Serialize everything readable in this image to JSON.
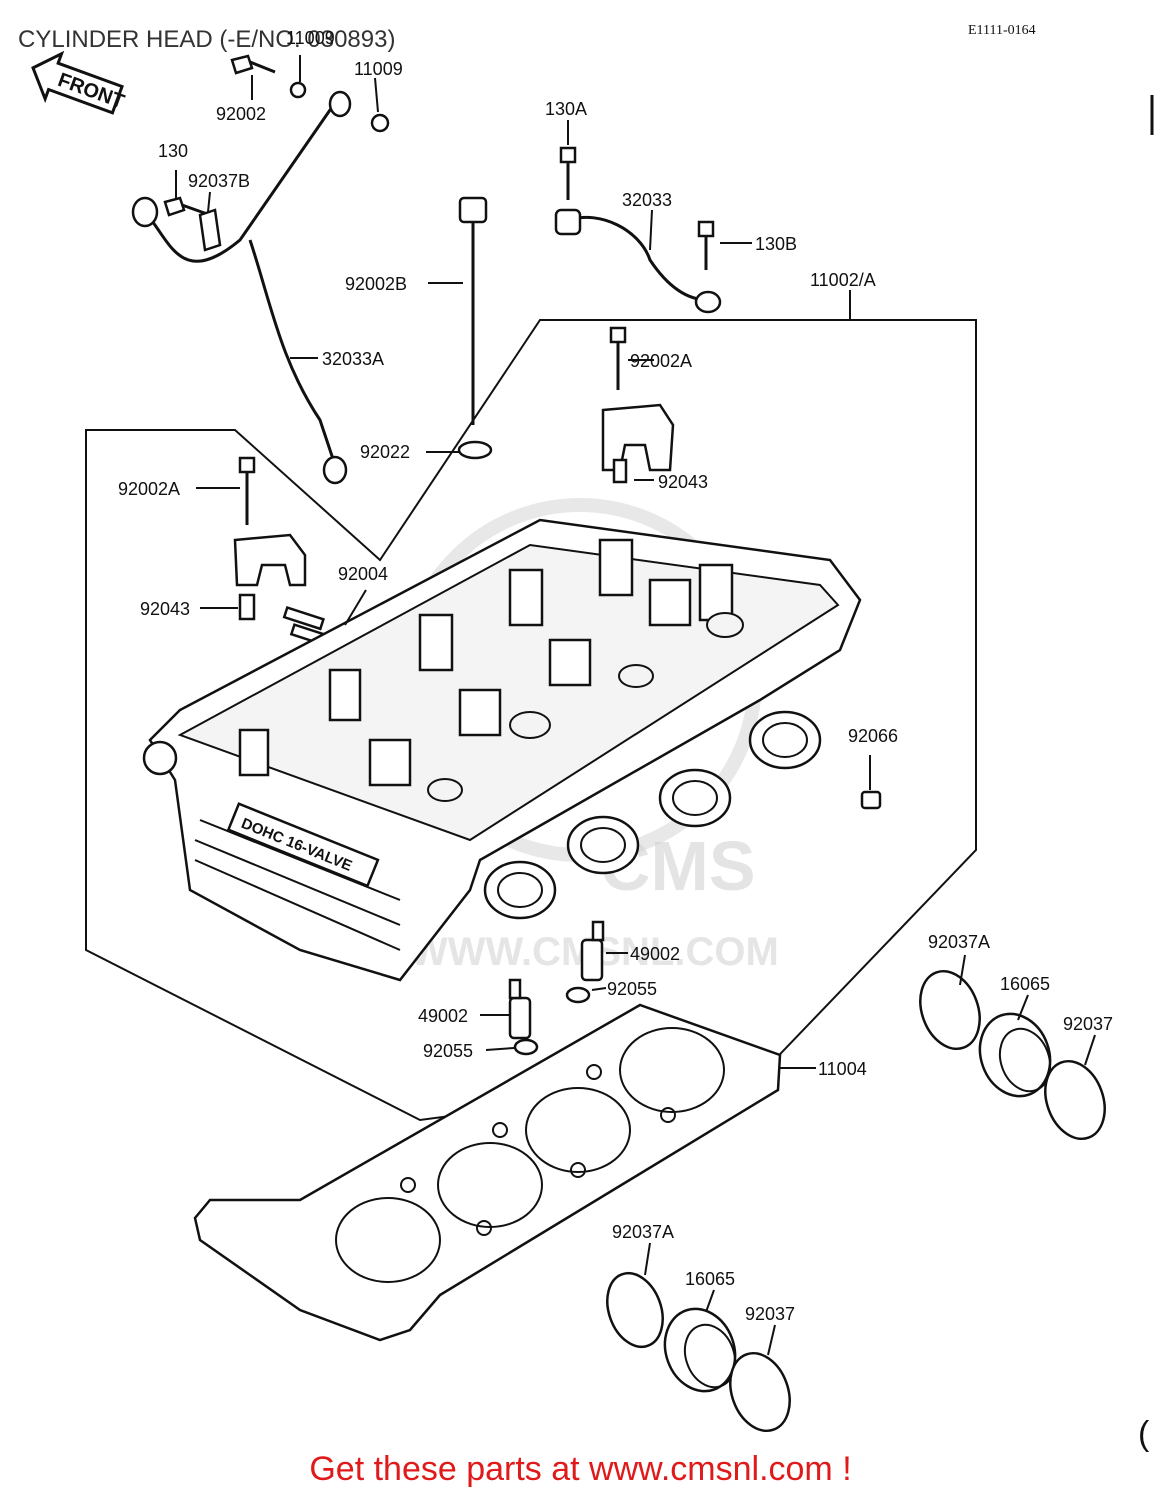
{
  "title": "CYLINDER HEAD (-E/NO. 030893)",
  "drawing_code": "E1111-0164",
  "front_label": "FRONT",
  "engraving": "DOHC 16-VALVE",
  "watermark": {
    "big": "CMS",
    "url": "WWW.CMSNL.COM"
  },
  "corner_glyph": "(",
  "footer": "Get these parts at www.cmsnl.com !",
  "labels": {
    "l11009_a": "11009",
    "l11009_b": "11009",
    "l92002": "92002",
    "l130": "130",
    "l92037B": "92037B",
    "l130A": "130A",
    "l32033": "32033",
    "l130B": "130B",
    "l11002A": "11002/A",
    "l92002B": "92002B",
    "l32033A": "32033A",
    "l92002A_top": "92002A",
    "l92022": "92022",
    "l92043_top": "92043",
    "l92002A_left": "92002A",
    "l92004": "92004",
    "l92043_left": "92043",
    "l92066": "92066",
    "l49002_a": "49002",
    "l92055_a": "92055",
    "l49002_b": "49002",
    "l92055_b": "92055",
    "l11004": "11004",
    "l92037A_r": "92037A",
    "l16065_r": "16065",
    "l92037_r": "92037",
    "l92037A_b": "92037A",
    "l16065_b": "16065",
    "l92037_b": "92037"
  }
}
